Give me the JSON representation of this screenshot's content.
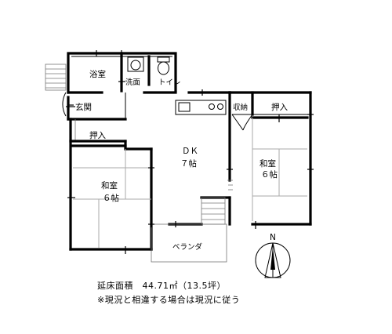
{
  "rooms": {
    "bath": "浴室",
    "washroom": "洗面",
    "toilet": "トイレ",
    "entrance": "玄関",
    "closet_left": "押入",
    "dk_name": "ＤＫ",
    "dk_size": "７帖",
    "storage": "収納",
    "closet_right": "押入",
    "washitsu_left_name": "和室",
    "washitsu_left_size": "６帖",
    "washitsu_right_name": "和室",
    "washitsu_right_size": "６帖",
    "veranda": "ベランダ"
  },
  "compass": {
    "north": "N"
  },
  "info": {
    "area": "延床面積　44.71㎡（13.5坪）",
    "note": "※現況と相違する場合は現況に従う"
  }
}
